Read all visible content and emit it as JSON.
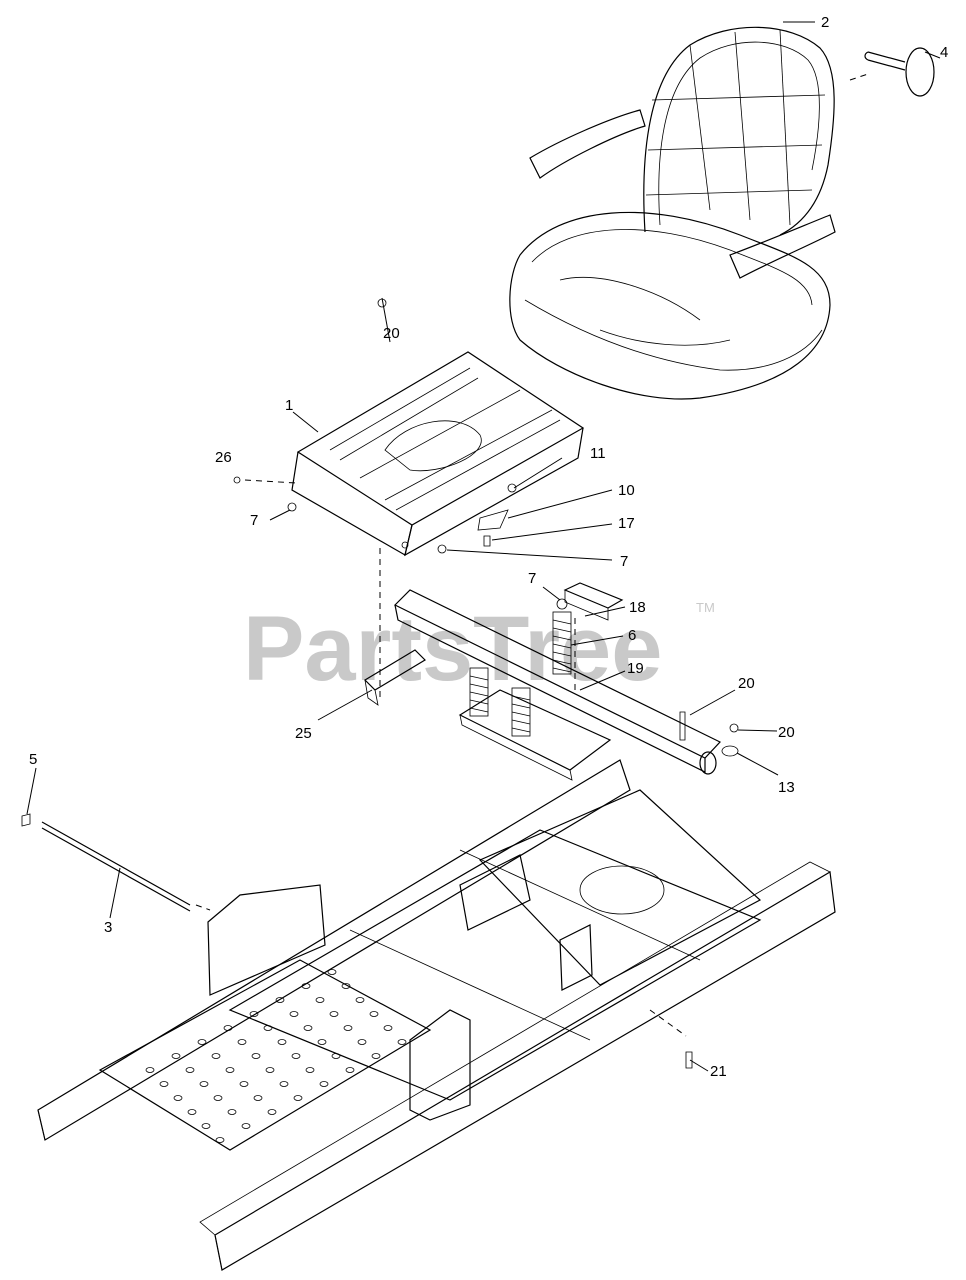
{
  "watermark": {
    "text": "PartsTree",
    "trademark": "TM"
  },
  "callouts": {
    "c1": "1",
    "c2": "2",
    "c3": "3",
    "c4": "4",
    "c5": "5",
    "c6": "6",
    "c7a": "7",
    "c7b": "7",
    "c7c": "7",
    "c10": "10",
    "c11": "11",
    "c13": "13",
    "c17": "17",
    "c18": "18",
    "c19": "19",
    "c20a": "20",
    "c20b": "20",
    "c20c": "20",
    "c21": "21",
    "c25": "25",
    "c26": "26"
  },
  "parts": [
    "seat-pan-plate",
    "seat",
    "seat-rod",
    "knob",
    "clip",
    "spring",
    "nut",
    "tab",
    "screw",
    "washer",
    "bolt",
    "bracket",
    "suspension-frame",
    "pin",
    "damper",
    "bolt-small",
    "frame"
  ]
}
